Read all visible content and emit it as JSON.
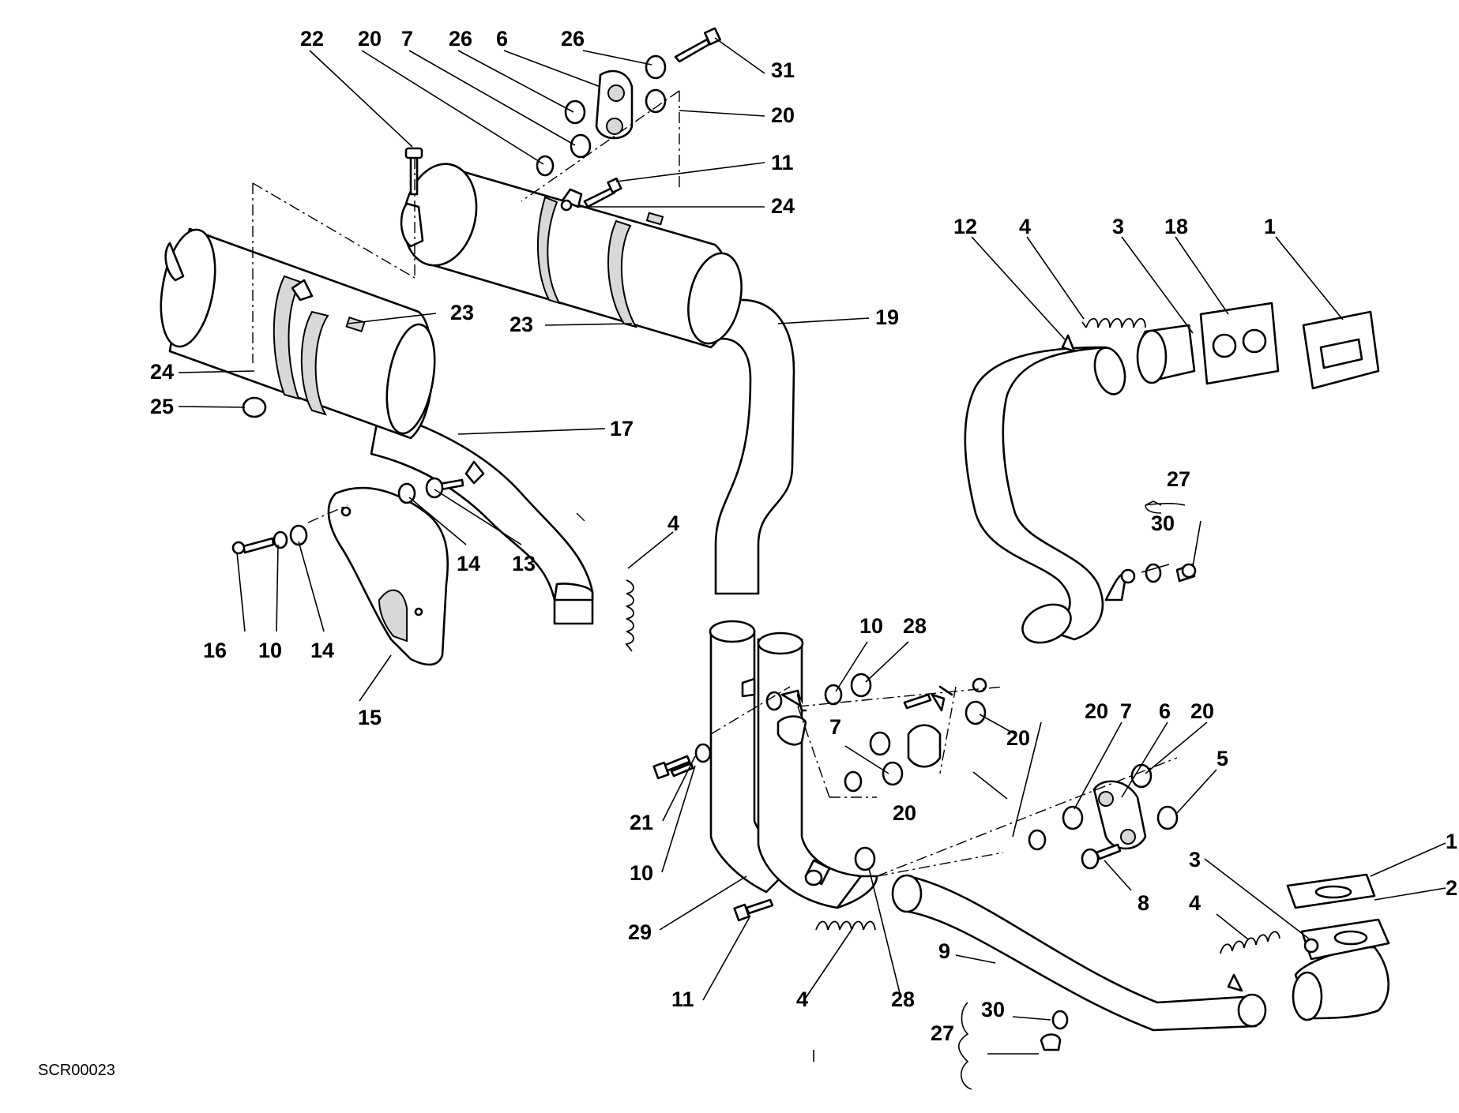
{
  "diagram": {
    "drawing_code": "SCR00023",
    "callouts": [
      {
        "id": "c22",
        "text": "22"
      },
      {
        "id": "c20a",
        "text": "20"
      },
      {
        "id": "c7a",
        "text": "7"
      },
      {
        "id": "c26a",
        "text": "26"
      },
      {
        "id": "c6a",
        "text": "6"
      },
      {
        "id": "c26b",
        "text": "26"
      },
      {
        "id": "c31",
        "text": "31"
      },
      {
        "id": "c20b",
        "text": "20"
      },
      {
        "id": "c11a",
        "text": "11"
      },
      {
        "id": "c24a",
        "text": "24"
      },
      {
        "id": "c12",
        "text": "12"
      },
      {
        "id": "c4a",
        "text": "4"
      },
      {
        "id": "c3a",
        "text": "3"
      },
      {
        "id": "c18",
        "text": "18"
      },
      {
        "id": "c1a",
        "text": "1"
      },
      {
        "id": "c23a",
        "text": "23"
      },
      {
        "id": "c23b",
        "text": "23"
      },
      {
        "id": "c19",
        "text": "19"
      },
      {
        "id": "c24b",
        "text": "24"
      },
      {
        "id": "c25",
        "text": "25"
      },
      {
        "id": "c17",
        "text": "17"
      },
      {
        "id": "c27a",
        "text": "27"
      },
      {
        "id": "c30a",
        "text": "30"
      },
      {
        "id": "c4b",
        "text": "4"
      },
      {
        "id": "c14a",
        "text": "14"
      },
      {
        "id": "c13",
        "text": "13"
      },
      {
        "id": "c16",
        "text": "16"
      },
      {
        "id": "c10a",
        "text": "10"
      },
      {
        "id": "c14b",
        "text": "14"
      },
      {
        "id": "c15",
        "text": "15"
      },
      {
        "id": "c10b",
        "text": "10"
      },
      {
        "id": "c28a",
        "text": "28"
      },
      {
        "id": "c7b",
        "text": "7"
      },
      {
        "id": "c20c",
        "text": "20"
      },
      {
        "id": "c20d",
        "text": "20"
      },
      {
        "id": "c20e",
        "text": "20"
      },
      {
        "id": "c7c",
        "text": "7"
      },
      {
        "id": "c6b",
        "text": "6"
      },
      {
        "id": "c20f",
        "text": "20"
      },
      {
        "id": "c5",
        "text": "5"
      },
      {
        "id": "c21",
        "text": "21"
      },
      {
        "id": "c10c",
        "text": "10"
      },
      {
        "id": "c1b",
        "text": "1"
      },
      {
        "id": "c3b",
        "text": "3"
      },
      {
        "id": "c2",
        "text": "2"
      },
      {
        "id": "c8",
        "text": "8"
      },
      {
        "id": "c4c",
        "text": "4"
      },
      {
        "id": "c29",
        "text": "29"
      },
      {
        "id": "c9",
        "text": "9"
      },
      {
        "id": "c11b",
        "text": "11"
      },
      {
        "id": "c4d",
        "text": "4"
      },
      {
        "id": "c28b",
        "text": "28"
      },
      {
        "id": "c30b",
        "text": "30"
      },
      {
        "id": "c27b",
        "text": "27"
      }
    ]
  }
}
